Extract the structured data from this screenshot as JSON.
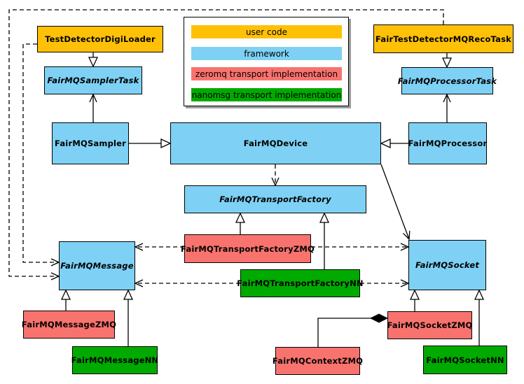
{
  "diagram": {
    "colors": {
      "user_code": "#FFC107",
      "framework": "#7ED1F4",
      "zeromq": "#F9736E",
      "nanomsg": "#00AA00",
      "shadow": "#9C9C9C"
    },
    "legend": {
      "items": [
        {
          "id": "user-code",
          "label": "user code",
          "color": "#FFC107"
        },
        {
          "id": "framework",
          "label": "framework",
          "color": "#7ED1F4"
        },
        {
          "id": "zeromq",
          "label": "zeromq transport implementation",
          "color": "#F9736E"
        },
        {
          "id": "nanomsg",
          "label": "nanomsg transport implementation",
          "color": "#00AA00"
        }
      ]
    },
    "nodes": {
      "testDetectorDigiLoader": {
        "label": "TestDetectorDigiLoader",
        "category": "user code",
        "abstract": false
      },
      "fairMQSamplerTask": {
        "label": "FairMQSamplerTask",
        "category": "framework",
        "abstract": true
      },
      "fairTestDetectorMQRecoTask": {
        "label": "FairTestDetectorMQRecoTask",
        "category": "user code",
        "abstract": false
      },
      "fairMQProcessorTask": {
        "label": "FairMQProcessorTask",
        "category": "framework",
        "abstract": true
      },
      "fairMQSampler": {
        "label": "FairMQSampler",
        "category": "framework",
        "abstract": false
      },
      "fairMQDevice": {
        "label": "FairMQDevice",
        "category": "framework",
        "abstract": false
      },
      "fairMQProcessor": {
        "label": "FairMQProcessor",
        "category": "framework",
        "abstract": false
      },
      "fairMQTransportFactory": {
        "label": "FairMQTransportFactory",
        "category": "framework",
        "abstract": true
      },
      "fairMQTransportFactoryZMQ": {
        "label": "FairMQTransportFactoryZMQ",
        "category": "zeromq transport implementation",
        "abstract": false
      },
      "fairMQTransportFactoryNN": {
        "label": "FairMQTransportFactoryNN",
        "category": "nanomsg transport implementation",
        "abstract": false
      },
      "fairMQMessage": {
        "label": "FairMQMessage",
        "category": "framework",
        "abstract": true
      },
      "fairMQSocket": {
        "label": "FairMQSocket",
        "category": "framework",
        "abstract": true
      },
      "fairMQMessageZMQ": {
        "label": "FairMQMessageZMQ",
        "category": "zeromq transport implementation",
        "abstract": false
      },
      "fairMQMessageNN": {
        "label": "FairMQMessageNN",
        "category": "nanomsg transport implementation",
        "abstract": false
      },
      "fairMQContextZMQ": {
        "label": "FairMQContextZMQ",
        "category": "zeromq transport implementation",
        "abstract": false
      },
      "fairMQSocketZMQ": {
        "label": "FairMQSocketZMQ",
        "category": "zeromq transport implementation",
        "abstract": false
      },
      "fairMQSocketNN": {
        "label": "FairMQSocketNN",
        "category": "nanomsg transport implementation",
        "abstract": false
      }
    }
  }
}
